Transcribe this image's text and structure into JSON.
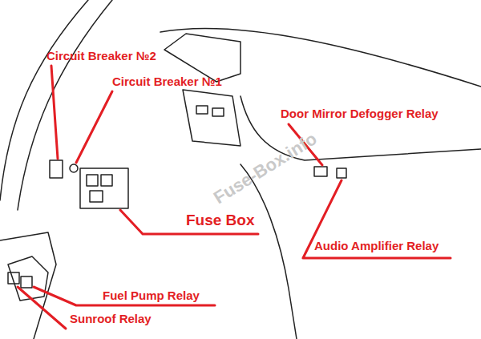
{
  "diagram": {
    "labels": [
      "Circuit Breaker №2",
      "Circuit Breaker №1",
      "Door Mirror Defogger Relay",
      "Fuse Box",
      "Audio Amplifier Relay",
      "Fuel Pump Relay",
      "Sunroof Relay",
      "Fuse-Box.info"
    ]
  }
}
